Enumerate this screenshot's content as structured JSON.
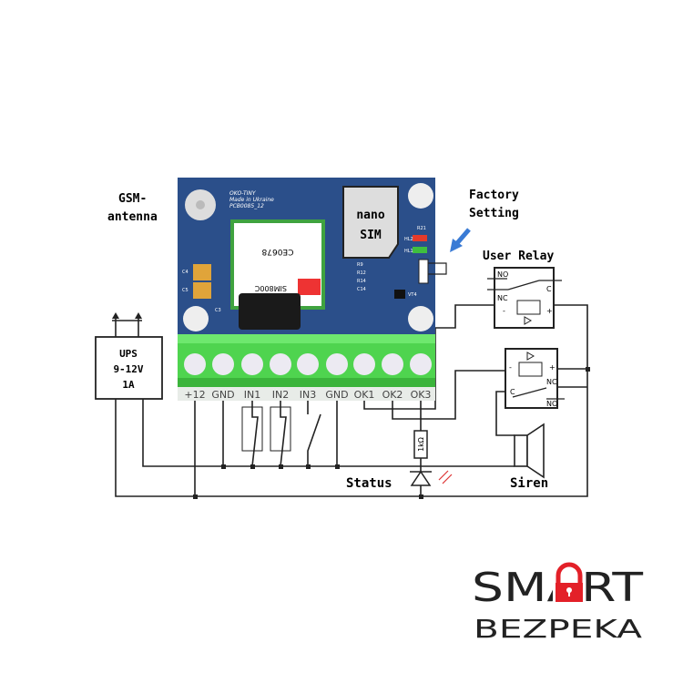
{
  "labels": {
    "gsm_antenna": [
      "GSM-",
      "antenna"
    ],
    "factory_setting": [
      "Factory",
      "Setting"
    ],
    "user_relay": "User Relay",
    "ups": [
      "UPS",
      "9-12V",
      "1A"
    ],
    "status": "Status",
    "siren": "Siren",
    "resistor": "1kΩ"
  },
  "board": {
    "name": "OKO-TINY",
    "made_in": "Made in Ukraine",
    "pcb": "PCB0085_12",
    "sim": [
      "nano",
      "SIM"
    ],
    "module": "SIM800C",
    "ce": "CE0678",
    "parts": [
      "R9",
      "R12",
      "R14",
      "C14",
      "VT4",
      "HL2",
      "HL1",
      "R21",
      "C3",
      "C4",
      "C5"
    ],
    "led_colors": [
      "#e53a2a",
      "#3fbf3f"
    ],
    "pcb_color": "#2b4f8a",
    "terminal_color": "#4fd44f"
  },
  "terminals": [
    "+12",
    "GND",
    "IN1",
    "IN2",
    "IN3",
    "GND",
    "OK1",
    "OK2",
    "OK3"
  ],
  "relay": {
    "no": "NO",
    "nc": "NC",
    "c": "C",
    "minus": "-",
    "plus": "+"
  },
  "logo": {
    "line1": "SMART",
    "line2": "BEZPEKA",
    "accent": "#e32028"
  }
}
